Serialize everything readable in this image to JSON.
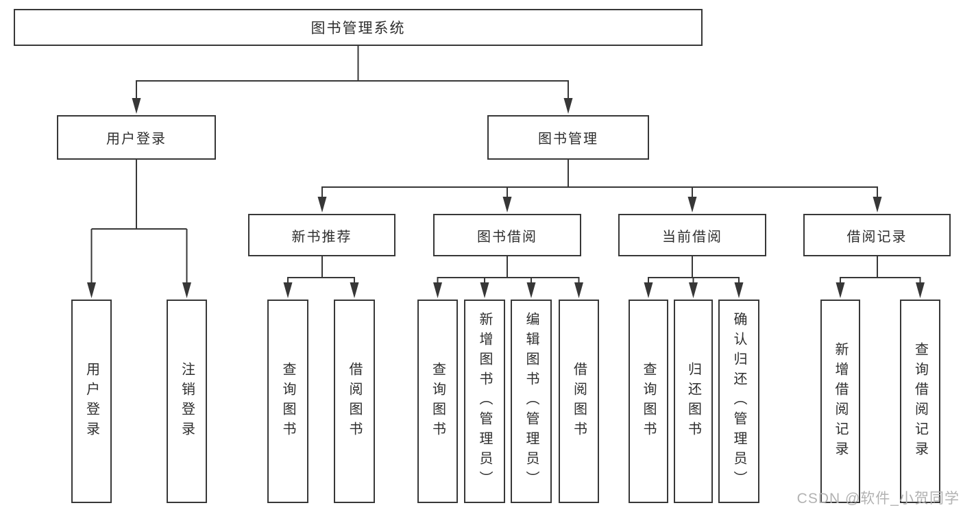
{
  "diagram_title": "图书管理系统",
  "tree": {
    "label": "图书管理系统",
    "children": [
      {
        "label": "用户登录",
        "children": [
          {
            "label": "用户登录"
          },
          {
            "label": "注销登录"
          }
        ]
      },
      {
        "label": "图书管理",
        "children": [
          {
            "label": "新书推荐",
            "children": [
              {
                "label": "查询图书"
              },
              {
                "label": "借阅图书"
              }
            ]
          },
          {
            "label": "图书借阅",
            "children": [
              {
                "label": "查询图书"
              },
              {
                "label": "新增图书（管理员）"
              },
              {
                "label": "编辑图书（管理员）"
              },
              {
                "label": "借阅图书"
              }
            ]
          },
          {
            "label": "当前借阅",
            "children": [
              {
                "label": "查询图书"
              },
              {
                "label": "归还图书"
              },
              {
                "label": "确认归还（管理员）"
              }
            ]
          },
          {
            "label": "借阅记录",
            "children": [
              {
                "label": "新增借阅记录"
              },
              {
                "label": "查询借阅记录"
              }
            ]
          }
        ]
      }
    ]
  },
  "watermark": "CSDN @软件_小贺同学",
  "colors": {
    "line": "#373737",
    "node_text": "#2e2e2e",
    "node_bg": "#ffffff",
    "background": "#ffffff",
    "watermark": "#b2b2b2"
  }
}
